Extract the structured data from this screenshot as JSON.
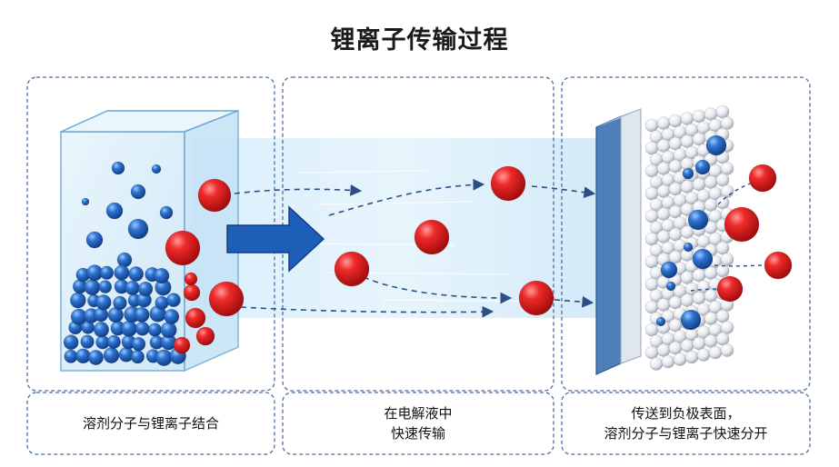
{
  "title": "锂离子传输过程",
  "panels": [
    {
      "caption": [
        "溶剂分子与锂离子结合"
      ]
    },
    {
      "caption": [
        "在电解液中",
        "快速传输"
      ]
    },
    {
      "caption": [
        "传送到负极表面，",
        "溶剂分子与锂离子快速分开"
      ]
    }
  ],
  "colors": {
    "solvent": "#2a6fc9",
    "lithium": "#e01b1b",
    "arrow": "#1d5fb8",
    "dashed_border": "#4a6f9e",
    "electrode_plate": "#4f7fb8",
    "stream": "#cfe8f8"
  }
}
